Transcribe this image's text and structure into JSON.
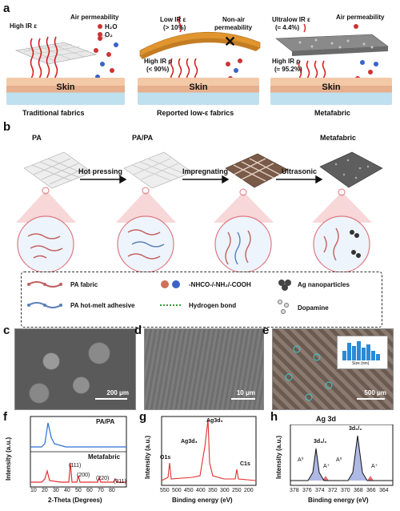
{
  "panel_a": {
    "letter": "a",
    "traditional": {
      "high_ir_e": "High IR ε",
      "air_permeability": "Air permeability",
      "h2o": "H₂O",
      "o2": "O₂",
      "skin": "Skin",
      "caption": "Traditional fabrics"
    },
    "reported": {
      "low_ir_e": "Low IR ε",
      "low_ir_e_val": "(> 10%)",
      "non_air": "Non-air",
      "permeability": "permeability",
      "high_ir_rho": "High IR ρ",
      "high_ir_rho_val": "(< 90%)",
      "skin": "Skin",
      "caption": "Reported low-ε fabrics"
    },
    "metafabric": {
      "ultralow_ir_e": "Ultralow IR ε",
      "ultralow_val": "(≈ 4.4%)",
      "air_permeability": "Air permeability",
      "high_ir_rho": "High IR ρ",
      "high_ir_rho_val": "(≈ 95.2%)",
      "skin": "Skin",
      "caption": "Metafabric"
    }
  },
  "panel_b": {
    "letter": "b",
    "stages": [
      "PA",
      "PA/PA",
      "Metafabric"
    ],
    "steps": [
      "Hot pressing",
      "Impregnating",
      "Ultrasonic"
    ],
    "legend": {
      "pa_fabric": "PA fabric",
      "pa_adhesive": "PA hot-melt adhesive",
      "groups": "-NHCO-/-NH₂/-COOH",
      "hbond": "Hydrogen bond",
      "ag": "Ag nanoparticles",
      "dopamine": "Dopamine"
    }
  },
  "panel_c": {
    "letter": "c",
    "scale": "200 μm"
  },
  "panel_d": {
    "letter": "d",
    "scale": "10 μm"
  },
  "panel_e": {
    "letter": "e",
    "scale": "500 μm",
    "inset_xlabel": "Size (nm)"
  },
  "panel_f": {
    "letter": "f",
    "top_label": "PA/PA",
    "bottom_label": "Metafabric",
    "ylabel": "Intensity (a.u.)",
    "xlabel": "2-Theta (Degrees)",
    "peaks": [
      "(111)",
      "(200)",
      "(220)",
      "(311)"
    ],
    "ticks": [
      "10",
      "20",
      "30",
      "40",
      "50",
      "60",
      "70",
      "80"
    ]
  },
  "panel_g": {
    "letter": "g",
    "ylabel": "Intensity (a.u.)",
    "xlabel": "Binding energy (eV)",
    "peaks": [
      "Ag3d₅",
      "Ag3d₃",
      "O1s",
      "C1s"
    ],
    "ticks": [
      "550",
      "500",
      "450",
      "400",
      "350",
      "300",
      "250",
      "200"
    ]
  },
  "panel_h": {
    "letter": "h",
    "title": "Ag 3d",
    "ylabel": "Intensity (a.u.)",
    "xlabel": "Binding energy (eV)",
    "peaks": [
      "3d₃/₂",
      "3d₅/₂",
      "A⁰",
      "A⁺",
      "A⁰",
      "A⁺"
    ],
    "ticks": [
      "378",
      "376",
      "374",
      "372",
      "370",
      "368",
      "366",
      "364"
    ]
  },
  "colors": {
    "ir_red": "#d42020",
    "skin": "#f3c9a8",
    "water": "#bfe0ee",
    "xrd_blue": "#2a6fd1",
    "xrd_red": "#e03030",
    "accent_blue": "#3a63c9"
  }
}
